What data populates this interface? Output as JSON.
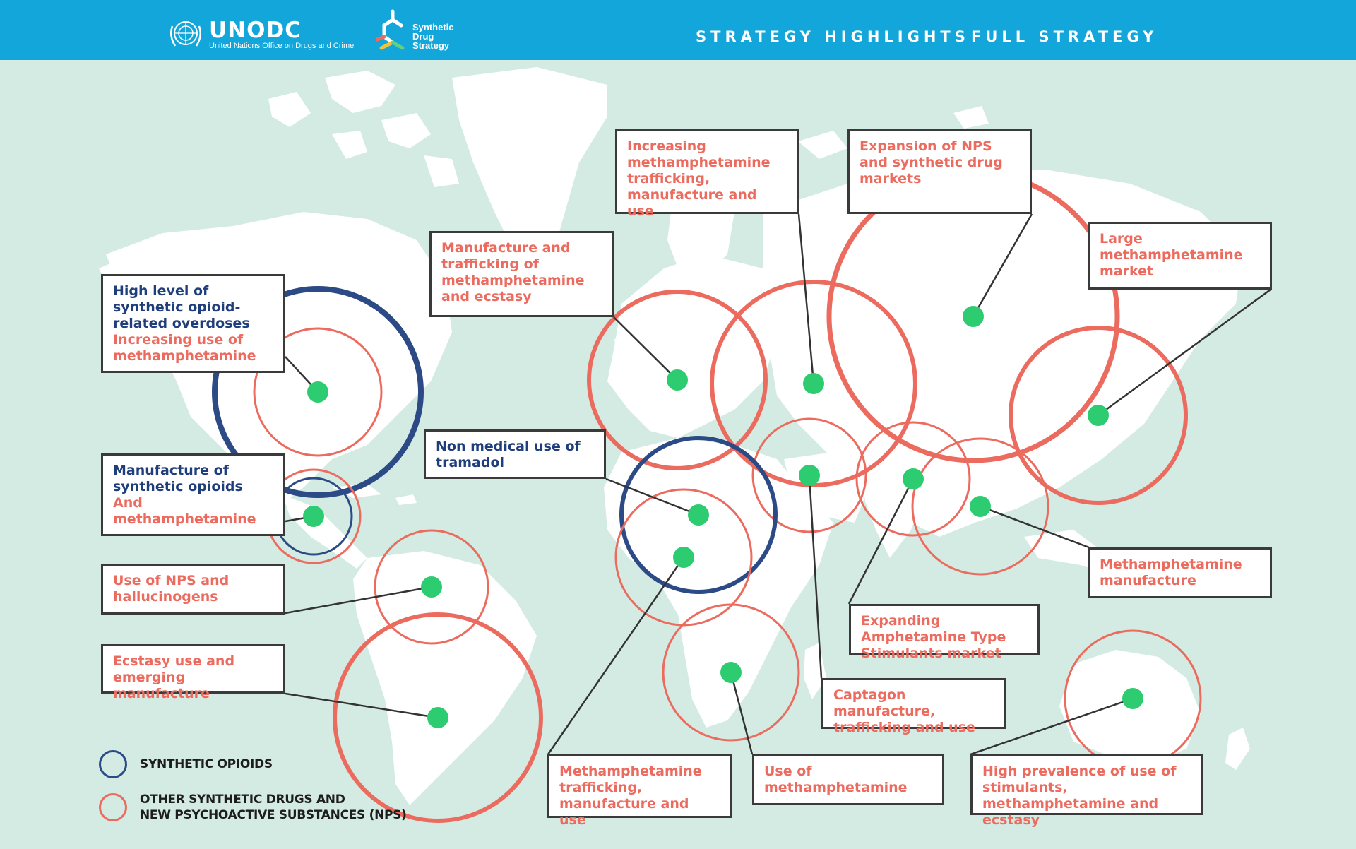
{
  "header": {
    "org_name": "UNODC",
    "org_subtitle": "United Nations Office on Drugs and Crime",
    "strategy_logo": [
      "Synthetic",
      "Drug",
      "Strategy"
    ],
    "nav": [
      "STRATEGY HIGHLIGHTS",
      "FULL STRATEGY"
    ],
    "bar_color": "#13a6da"
  },
  "colors": {
    "synthetic_opioids": "#2c4a86",
    "other_drugs": "#ec6b5f",
    "marker": "#2ecc71"
  },
  "labels": [
    {
      "id": "north-america",
      "lines": [
        {
          "text": "High level of synthetic opioid-related overdoses",
          "category": "synthetic_opioids"
        },
        {
          "text": "Increasing use of methamphetamine",
          "category": "other"
        }
      ]
    },
    {
      "id": "mexico",
      "lines": [
        {
          "text": "Manufacture of synthetic opioids",
          "category": "synthetic_opioids"
        },
        {
          "text": "And methamphetamine",
          "category": "other"
        }
      ]
    },
    {
      "id": "northern-south-america",
      "lines": [
        {
          "text": "Use of NPS and hallucinogens",
          "category": "other"
        }
      ]
    },
    {
      "id": "south-america",
      "lines": [
        {
          "text": "Ecstasy use and emerging manufacture",
          "category": "other"
        }
      ]
    },
    {
      "id": "western-europe",
      "lines": [
        {
          "text": "Manufacture and trafficking of methamphetamine and ecstasy",
          "category": "other"
        }
      ]
    },
    {
      "id": "eastern-europe",
      "lines": [
        {
          "text": "Increasing methamphetamine trafficking, manufacture and use",
          "category": "other"
        }
      ]
    },
    {
      "id": "north-asia",
      "lines": [
        {
          "text": "Expansion of NPS and synthetic drug markets",
          "category": "other"
        }
      ]
    },
    {
      "id": "east-asia",
      "lines": [
        {
          "text": "Large methamphetamine market",
          "category": "other"
        }
      ]
    },
    {
      "id": "north-africa",
      "lines": [
        {
          "text": "Non medical use of tramadol",
          "category": "synthetic_opioids"
        }
      ]
    },
    {
      "id": "southeast-asia",
      "lines": [
        {
          "text": "Methamphetamine manufacture",
          "category": "other"
        }
      ]
    },
    {
      "id": "south-asia",
      "lines": [
        {
          "text": "Expanding Amphetamine Type Stimulants market",
          "category": "other"
        }
      ]
    },
    {
      "id": "middle-east",
      "lines": [
        {
          "text": "Captagon manufacture, trafficking and use",
          "category": "other"
        }
      ]
    },
    {
      "id": "west-africa",
      "lines": [
        {
          "text": "Methamphetamine trafficking, manufacture and use",
          "category": "other"
        }
      ]
    },
    {
      "id": "southern-africa",
      "lines": [
        {
          "text": "Use of methamphetamine",
          "category": "other"
        }
      ]
    },
    {
      "id": "oceania",
      "lines": [
        {
          "text": "High prevalence of use of stimulants, methamphetamine and ecstasy",
          "category": "other"
        }
      ]
    }
  ],
  "legend": [
    {
      "category": "synthetic_opioids",
      "label": "SYNTHETIC OPIOIDS"
    },
    {
      "category": "other",
      "label": "OTHER SYNTHETIC DRUGS AND\nNEW PSYCHOACTIVE SUBSTANCES (NPS)"
    }
  ]
}
